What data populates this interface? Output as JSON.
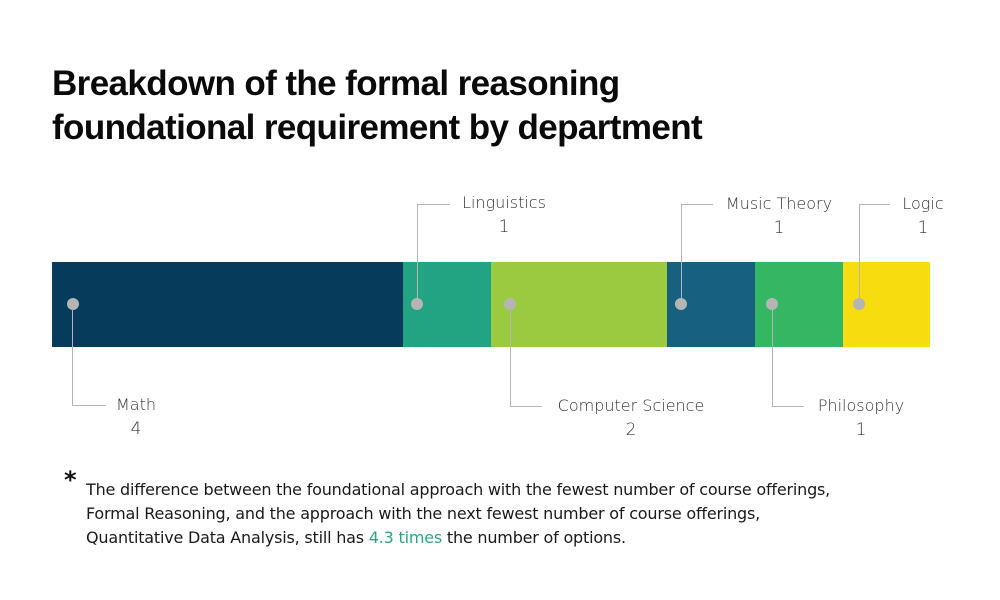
{
  "title": {
    "line1": "Breakdown of the formal reasoning",
    "line2": "foundational requirement by department"
  },
  "chart_data": {
    "type": "bar",
    "subtype": "stacked-horizontal-100",
    "title": "Breakdown of the formal reasoning foundational requirement by department",
    "categories": [
      "Math",
      "Linguistics",
      "Computer Science",
      "Music Theory",
      "Philosophy",
      "Logic"
    ],
    "values": [
      4,
      1,
      2,
      1,
      1,
      1
    ],
    "colors": [
      "#073b5b",
      "#22a382",
      "#9bc940",
      "#176080",
      "#34b663",
      "#f7dd0f"
    ],
    "total": 10,
    "label_positions": [
      "below",
      "above",
      "below",
      "above",
      "below",
      "above"
    ],
    "xlabel": "",
    "ylabel": "",
    "grid": false,
    "legend": "none (direct callout labels)"
  },
  "labels": [
    {
      "name": "Math",
      "value": "4"
    },
    {
      "name": "Linguistics",
      "value": "1"
    },
    {
      "name": "Computer Science",
      "value": "2"
    },
    {
      "name": "Music Theory",
      "value": "1"
    },
    {
      "name": "Philosophy",
      "value": "1"
    },
    {
      "name": "Logic",
      "value": "1"
    }
  ],
  "footnote": {
    "marker": "*",
    "line1": "The difference between the foundational approach with the fewest number of course offerings,",
    "line2": "Formal Reasoning, and the approach with the next fewest number of course offerings,",
    "line3_pre": "Quantitative Data Analysis, still has ",
    "line3_highlight": "4.3 times",
    "line3_post": " the number of options.",
    "highlight_color": "#2aa48a"
  }
}
